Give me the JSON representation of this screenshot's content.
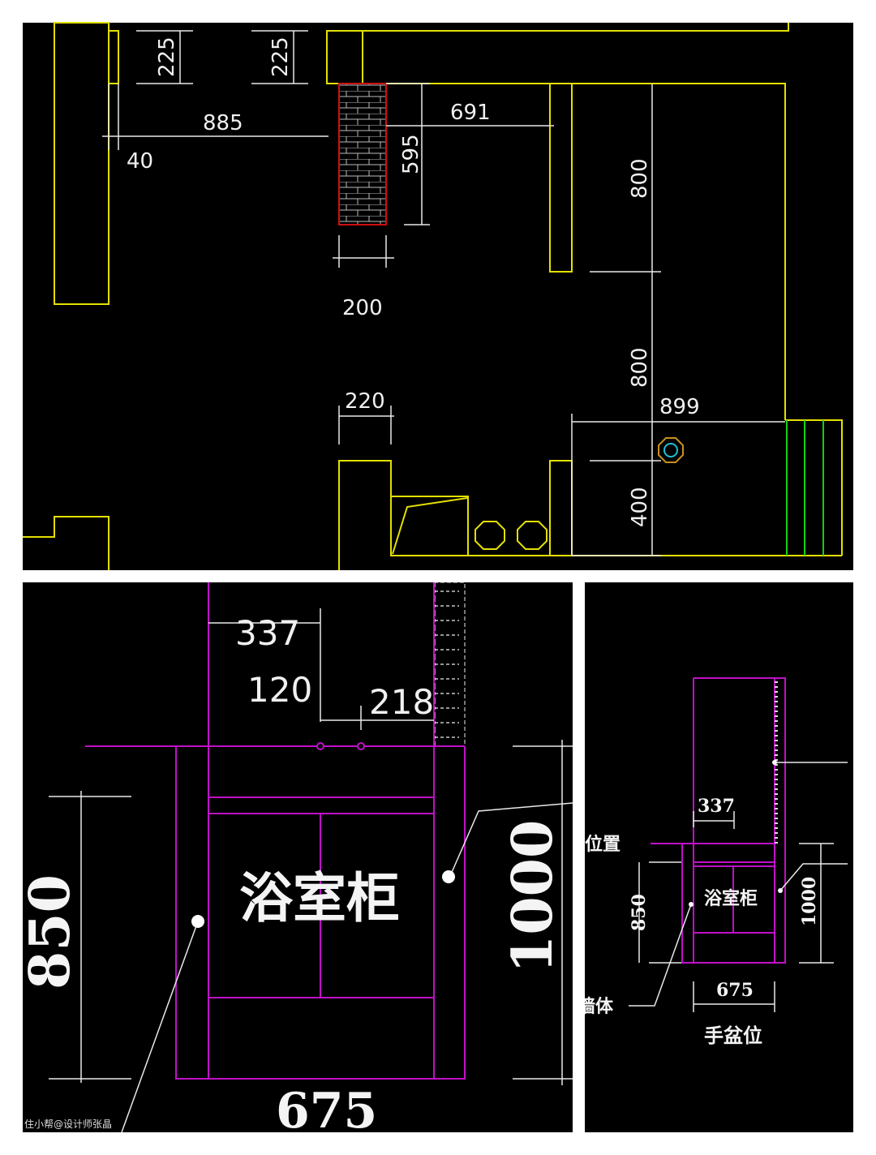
{
  "plan": {
    "dims": {
      "d225a": "225",
      "d225b": "225",
      "d885": "885",
      "d40": "40",
      "d691": "691",
      "d595": "595",
      "d800a": "800",
      "d200": "200",
      "d800b": "800",
      "d899": "899",
      "d220": "220",
      "d400": "400"
    }
  },
  "elevation_large": {
    "d337": "337",
    "d120": "120",
    "d218": "218",
    "cabinet_label": "浴室柜",
    "d850": "850",
    "d1000": "1000",
    "d675_partial": "675"
  },
  "elevation_small": {
    "d337": "337",
    "position_label": "位置",
    "cabinet_label": "浴室柜",
    "d850": "850",
    "d1000": "1000",
    "d675": "675",
    "wall_label": "墙体",
    "basin_label": "手盆位"
  },
  "watermark": "住小帮@设计师张晶",
  "colors": {
    "wall": "#e4e000",
    "cabinet": "#c010c8",
    "dimension": "#e8e8e8",
    "red_wall": "#d01010",
    "background": "#000000"
  }
}
